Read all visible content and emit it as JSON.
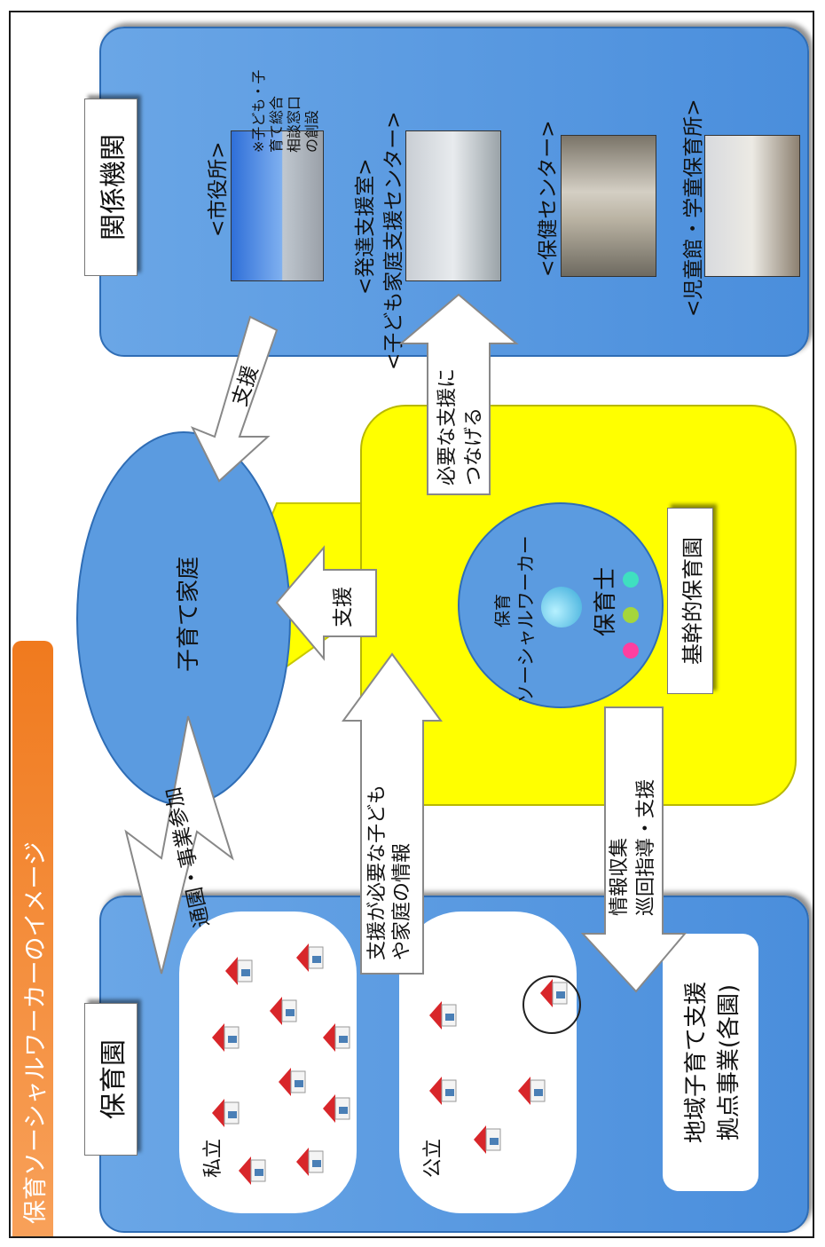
{
  "title": "保育ソーシャルワーカーのイメージ",
  "left_panel": {
    "heading": "保育園",
    "private_label": "私立",
    "public_label": "公立",
    "hub_text_line1": "地域子育て支援",
    "hub_text_line2": "拠点事業(各園)"
  },
  "family": {
    "label": "子育て家庭"
  },
  "center": {
    "circle_line1": "保育",
    "circle_line2": "ソーシャルワーカー",
    "person_label": "保育士",
    "base_label": "基幹的保育園"
  },
  "right_panel": {
    "heading": "関係機関",
    "items": [
      {
        "label": "<市役所>",
        "note_line1": "※子ども・子",
        "note_line2": "育て総合",
        "note_line3": "相談窓口",
        "note_line4": "の創設"
      },
      {
        "label_line1": "<発達支援室>",
        "label_line2": "<子ども家庭支援センター>"
      },
      {
        "label": "<保健センター>"
      },
      {
        "label": "<児童館・学童保育所>"
      }
    ]
  },
  "arrows": {
    "enroll": "通園・事業参加",
    "info_line1": "支援が必要な子ども",
    "info_line2": "や家庭の情報",
    "collect_line1": "情報収集",
    "collect_line2": "巡回指導・支援",
    "support_center": "支援",
    "connect_line1": "必要な支援に",
    "connect_line2": "つなげる",
    "support_agency": "支援"
  },
  "colors": {
    "panel_blue": "#5b9be0",
    "yellow": "#ffff00",
    "orange": "#f07a1e"
  }
}
